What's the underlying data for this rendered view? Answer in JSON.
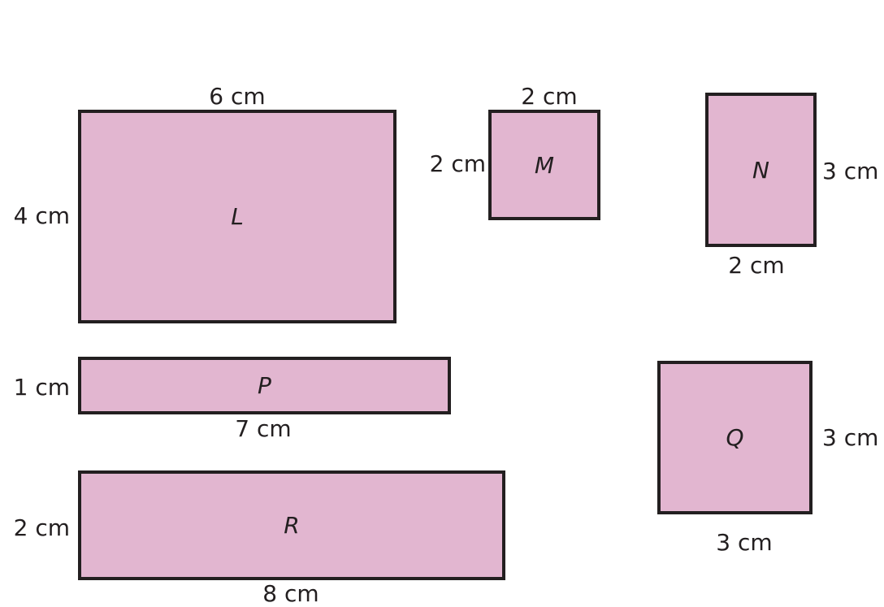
{
  "colors": {
    "fill": "#e2b6d0",
    "outline": "#231f20"
  },
  "rectangles": {
    "L": {
      "label": "L",
      "width_label": "6 cm",
      "height_label": "4 cm"
    },
    "M": {
      "label": "M",
      "width_label": "2 cm",
      "height_label": "2 cm"
    },
    "N": {
      "label": "N",
      "width_label": "2 cm",
      "height_label": "3 cm"
    },
    "P": {
      "label": "P",
      "width_label": "7 cm",
      "height_label": "1 cm"
    },
    "Q": {
      "label": "Q",
      "width_label": "3 cm",
      "height_label": "3 cm"
    },
    "R": {
      "label": "R",
      "width_label": "8 cm",
      "height_label": "2 cm"
    }
  }
}
